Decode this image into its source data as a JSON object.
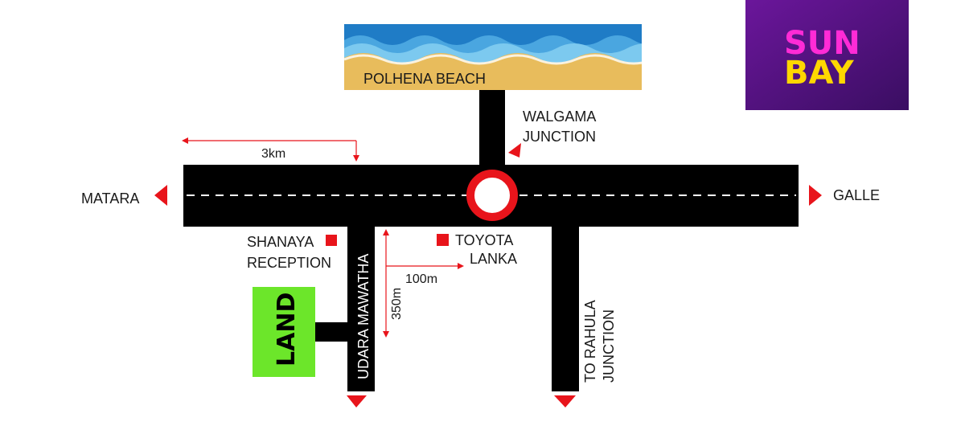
{
  "beach": {
    "label": "POLHENA BEACH",
    "colors": {
      "water_dark": "#1f7cc6",
      "water_light": "#7cc9ef",
      "sand": "#e8bc5c"
    }
  },
  "junctions": {
    "walgama_line1": "WALGAMA",
    "walgama_line2": "JUNCTION"
  },
  "destinations": {
    "left": "MATARA",
    "right": "GALLE",
    "rahula_line1": "TO RAHULA",
    "rahula_line2": "JUNCTION"
  },
  "roads": {
    "side_road": "UDARA MAWATHA"
  },
  "landmarks": {
    "shanaya_line1": "SHANAYA",
    "shanaya_line2": "RECEPTION",
    "toyota_line1": "TOYOTA",
    "toyota_line2": "LANKA"
  },
  "land": {
    "label": "LAND",
    "color": "#6ce62a"
  },
  "distances": {
    "main_road": "3km",
    "horizontal_offset": "100m",
    "vertical_offset": "350m"
  },
  "logo": {
    "line1": "SUN",
    "line2": "BAY",
    "colors": {
      "bg_dark": "#3a0e62",
      "bg_light": "#6b169b",
      "sun": "#ff2bd6",
      "bay": "#ffd700"
    }
  },
  "colors": {
    "road": "#000000",
    "marker": "#e8141b"
  }
}
